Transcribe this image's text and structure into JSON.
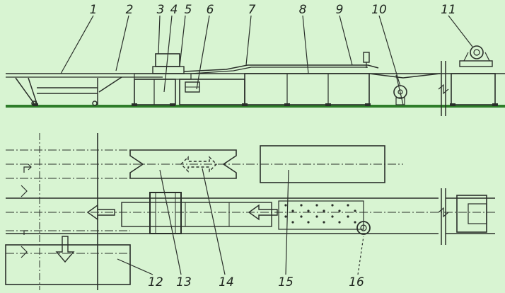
{
  "diagram": {
    "background_color": "#d8f4d2",
    "line_color": "#2a2f2a",
    "accent_color": "#2e7d2a",
    "top_labels": [
      "1",
      "2",
      "3",
      "4",
      "5",
      "6",
      "7",
      "8",
      "9",
      "10",
      "11"
    ],
    "bottom_labels": [
      "12",
      "13",
      "14",
      "15",
      "16"
    ]
  }
}
